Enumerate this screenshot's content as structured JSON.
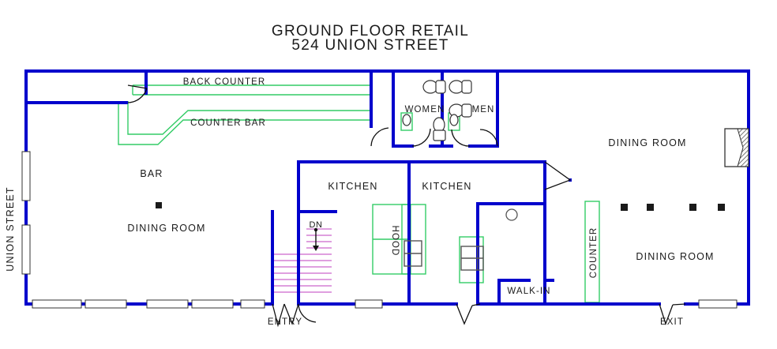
{
  "title": {
    "line1": "GROUND FLOOR RETAIL",
    "line2": "524 UNION STREET"
  },
  "street_label": "UNION STREET",
  "rooms": {
    "bar": "BAR",
    "dining_left": "DINING ROOM",
    "kitchen_1": "KITCHEN",
    "kitchen_2": "KITCHEN",
    "dining_right_upper": "DINING ROOM",
    "dining_right_lower": "DINING ROOM",
    "women": "WOMEN",
    "men": "MEN",
    "walk_in": "WALK-IN"
  },
  "fixtures": {
    "back_counter": "BACK COUNTER",
    "counter_bar": "COUNTER BAR",
    "hood": "HOOD",
    "counter_right": "COUNTER"
  },
  "circulation": {
    "entry": "ENTRY",
    "exit": "EXIT",
    "stair_direction": "DN"
  },
  "colors": {
    "wall": "#0000CC",
    "counter": "#33CC66",
    "stair": "#CC66CC",
    "text": "#1a1a1a",
    "fixture": "#555555",
    "background": "#FFFFFF"
  }
}
